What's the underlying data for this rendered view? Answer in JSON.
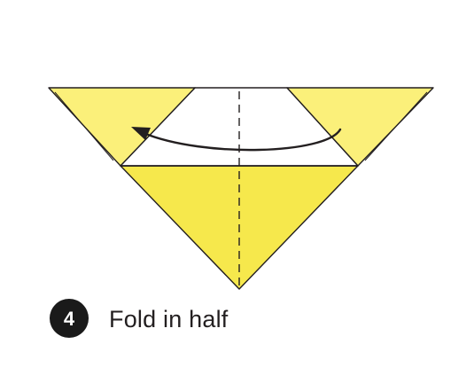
{
  "step": {
    "number": "4",
    "instruction": "Fold in half"
  },
  "colors": {
    "paper": "#f6e84c",
    "paper_light": "#fbf07a",
    "outline": "#231f20",
    "badge": "#1a1a1a",
    "badge_text": "#ffffff",
    "text": "#231f20"
  },
  "icons": {
    "fold_arrow": "curved-arrow-left-icon",
    "fold_line": "dashed-valley-fold-line"
  }
}
